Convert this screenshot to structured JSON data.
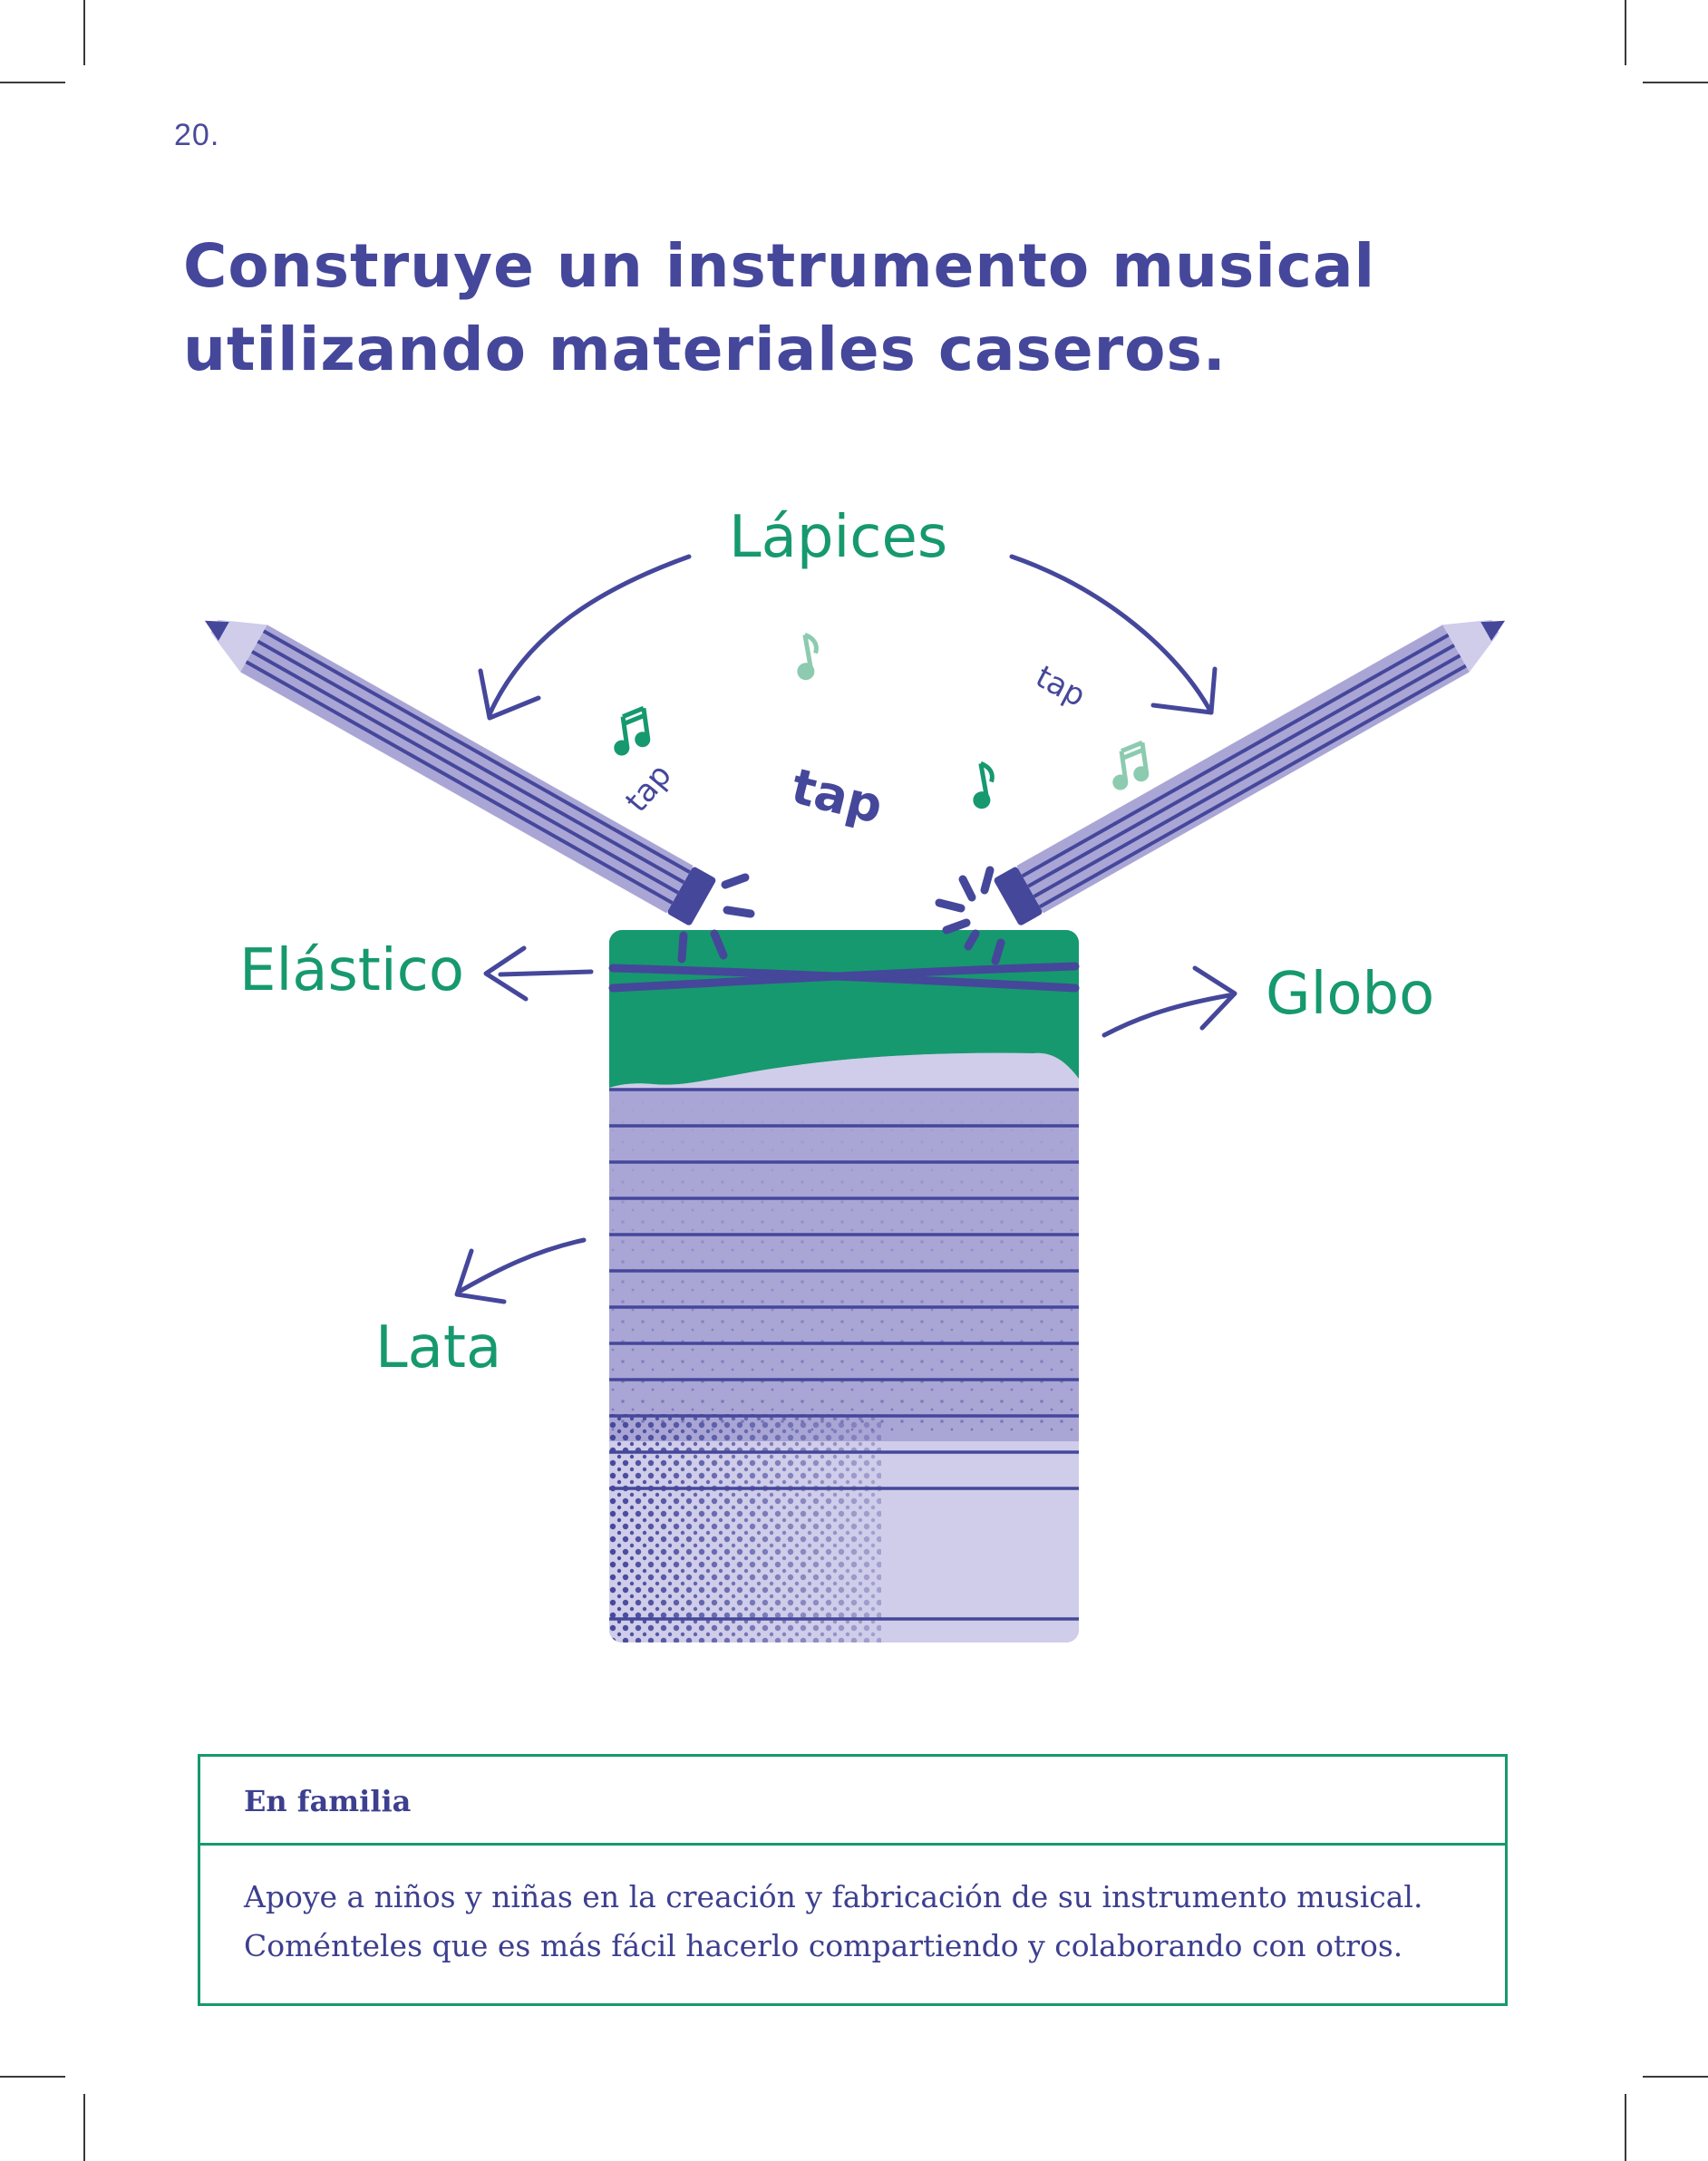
{
  "page": {
    "number": "20.",
    "title": "Construye un instrumento musical utilizando materiales caseros."
  },
  "illustration": {
    "labels": {
      "pencils": "Lápices",
      "elastic": "Elástico",
      "balloon": "Globo",
      "can": "Lata"
    },
    "sound_words": [
      "tap",
      "tap",
      "tap"
    ],
    "colors": {
      "accent_green": "#16996e",
      "ink_blue": "#45479b",
      "can_purple": "#a9a6d6",
      "can_light": "#cfcde9",
      "note_light": "#8ccbb0"
    }
  },
  "family_box": {
    "heading": "En familia",
    "lines": [
      "Apoye a niños y niñas en la creación y fabricación de su instrumento musical.",
      "Coménteles que es más fácil hacerlo compartiendo y colaborando con otros."
    ]
  }
}
